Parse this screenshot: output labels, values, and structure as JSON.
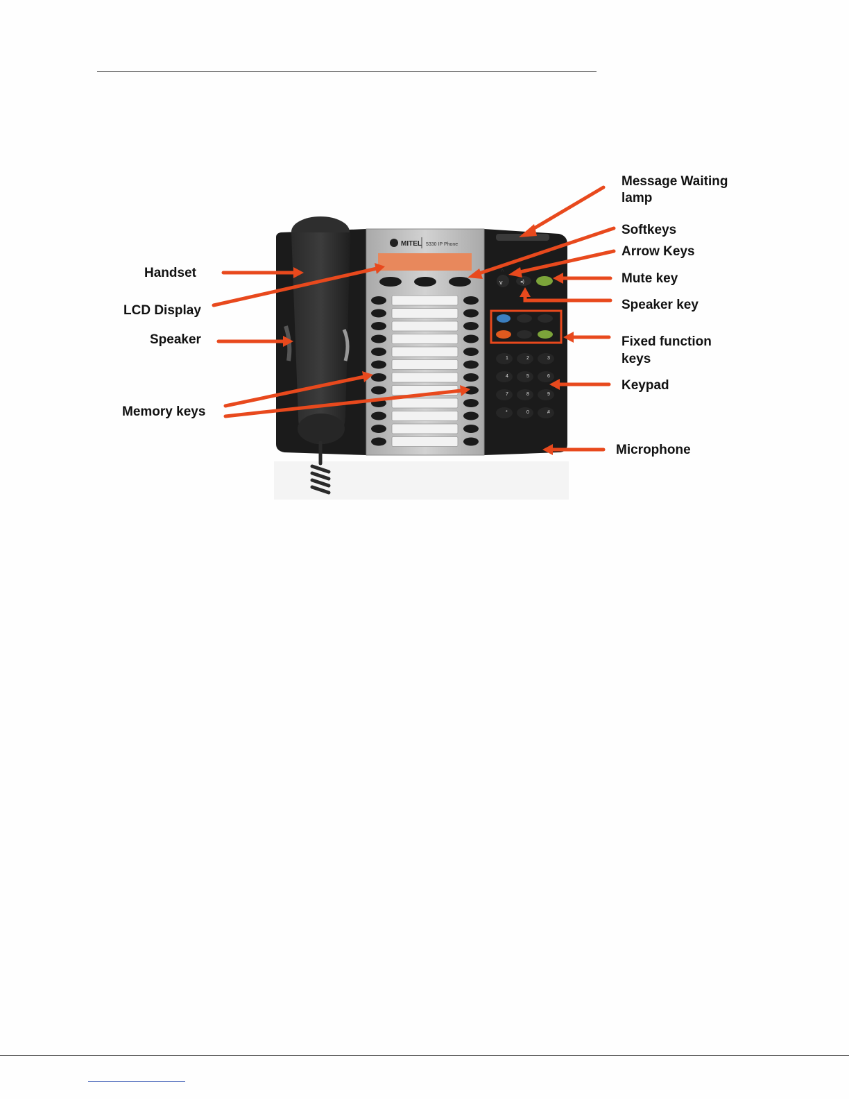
{
  "figure": {
    "phone": {
      "brand": "MITEL",
      "model": "5330 IP Phone",
      "keypad_digits": [
        "1",
        "2",
        "3",
        "4",
        "5",
        "6",
        "7",
        "8",
        "9",
        "*",
        "0",
        "#"
      ]
    },
    "labels": {
      "message_waiting_line1": "Message Waiting",
      "message_waiting_line2": "lamp",
      "softkeys": "Softkeys",
      "arrow_keys": "Arrow Keys",
      "mute_key": "Mute key",
      "speaker_key": "Speaker key",
      "fixed_function_line1": "Fixed function",
      "fixed_function_line2": "keys",
      "keypad": "Keypad",
      "microphone": "Microphone",
      "handset": "Handset",
      "lcd_display": "LCD Display",
      "speaker": "Speaker",
      "memory_keys": "Memory keys"
    },
    "colors": {
      "arrow": "#e8491d",
      "lcd": "#e8885c",
      "body": "#1c1c1c",
      "panel": "#b9b9b9"
    }
  }
}
